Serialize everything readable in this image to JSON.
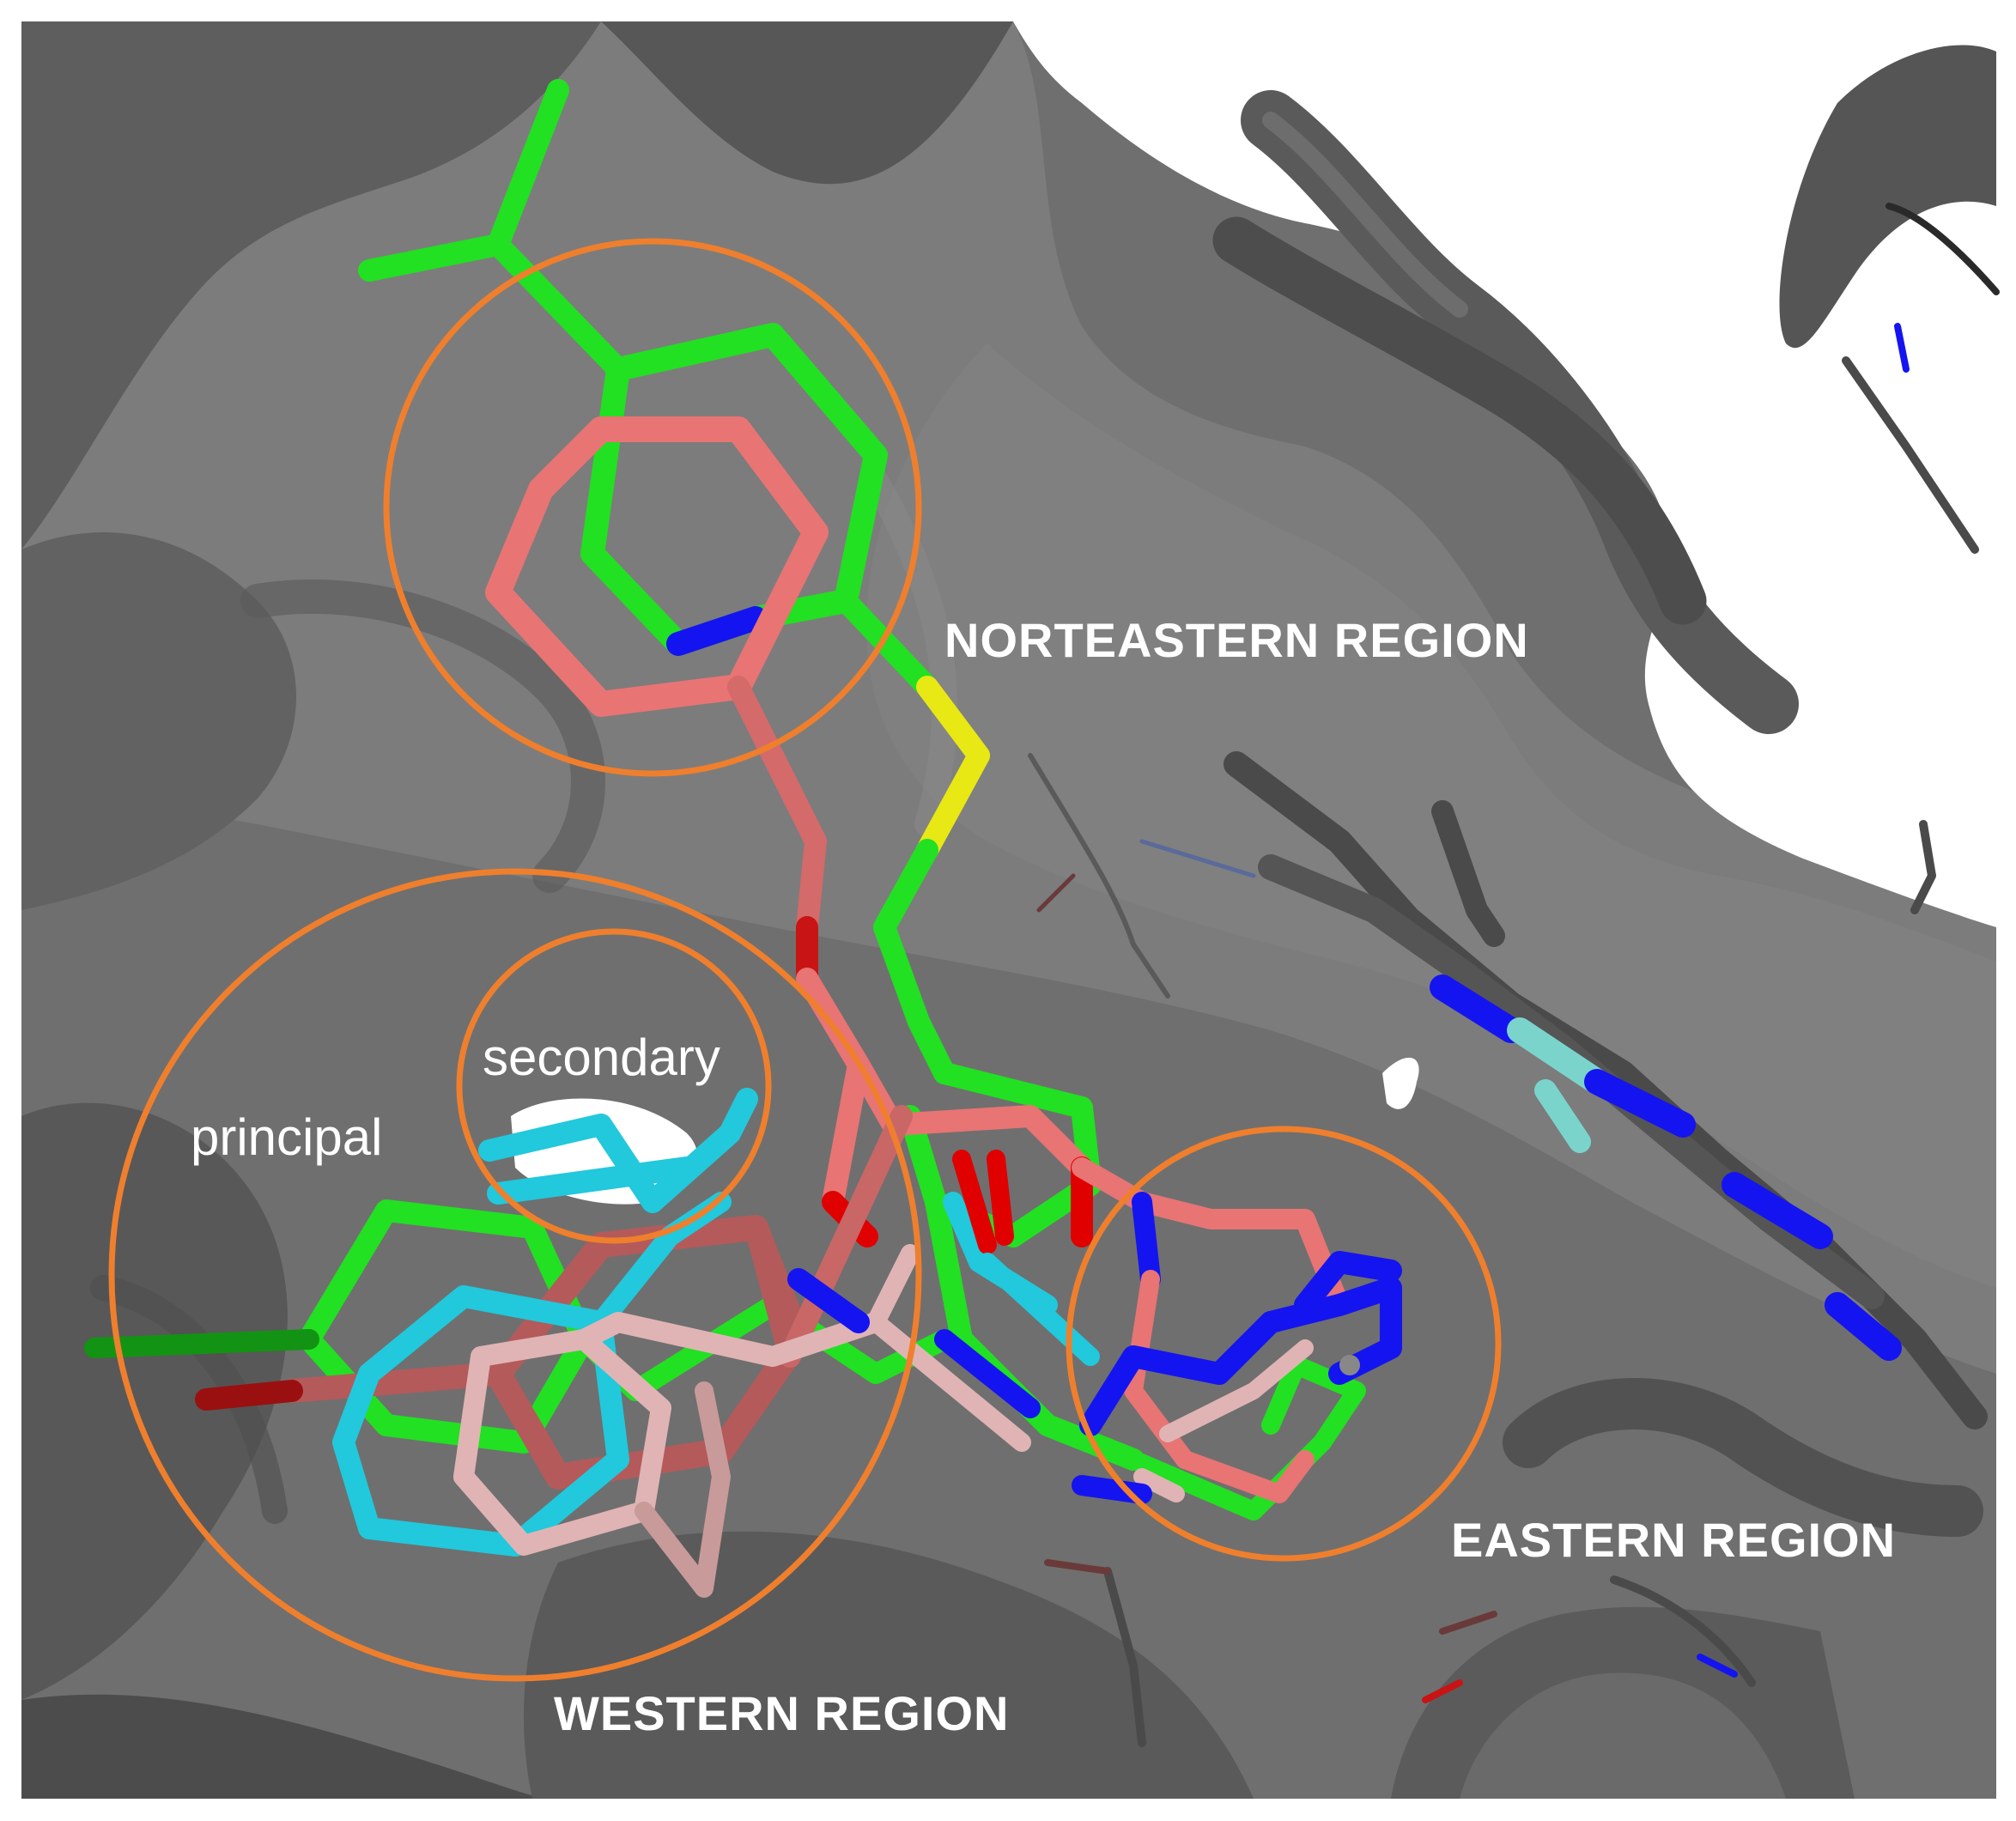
{
  "labels": {
    "northeastern": "NORTEASTERN REGION",
    "eastern": "EASTERN REGION",
    "western": "WESTERN REGION",
    "principal": "principal",
    "secondary": "secondary"
  },
  "colors": {
    "background": "#ffffff",
    "surface_dark": "#4a4a4a",
    "surface_mid": "#7a7a7a",
    "surface_light": "#8e8e8e",
    "ribbon": "#5a5a5a",
    "circle": "#ef7f2d",
    "ligand_green": "#22e022",
    "ligand_salmon": "#e87474",
    "ligand_brick": "#b45a5a",
    "ligand_cyan": "#22c8dc",
    "ligand_pink": "#e0b4b4",
    "nitrogen": "#1414f0",
    "oxygen": "#e00000",
    "sulfur": "#e8e814",
    "chlorine": "#139313",
    "heme_gray": "#505050",
    "label_white": "#ffffff"
  }
}
